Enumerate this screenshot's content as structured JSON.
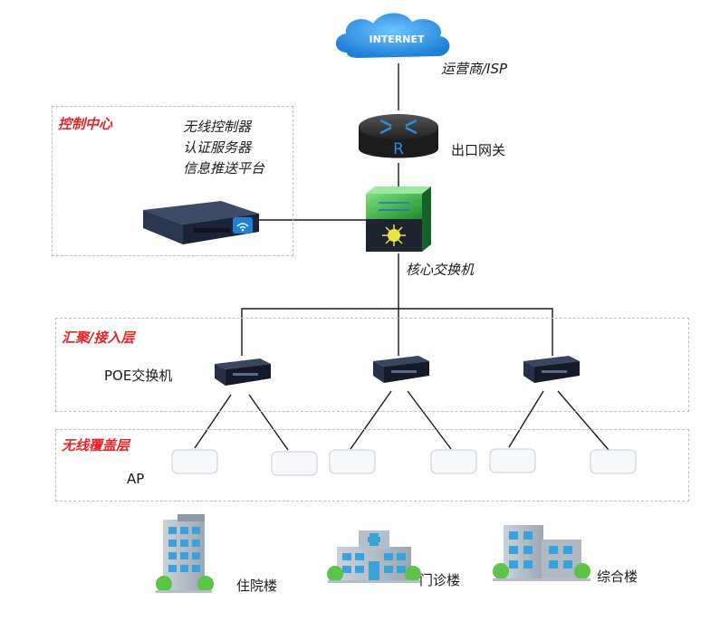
{
  "internet": {
    "cloud_text": "INTERNET",
    "label": "运营商/ISP"
  },
  "gateway": {
    "router_letter": "R",
    "label": "出口网关"
  },
  "core_switch": {
    "label": "核心交换机"
  },
  "control_center": {
    "title": "控制中心",
    "services": [
      "无线控制器",
      "认证服务器",
      "信息推送平台"
    ]
  },
  "aggregation": {
    "title": "汇聚/接入层",
    "device_label": "POE交换机"
  },
  "wireless": {
    "title": "无线覆盖层",
    "device_label": "AP"
  },
  "buildings": [
    "住院楼",
    "门诊楼",
    "综合楼"
  ],
  "colors": {
    "zone_border": "#a9c3df",
    "layer_title": "#e8242a",
    "link": "#1a1a1a",
    "cloud": "#2a8fe0",
    "switch_green": "#3fb24a",
    "building_blue": "#3aa2d8"
  }
}
